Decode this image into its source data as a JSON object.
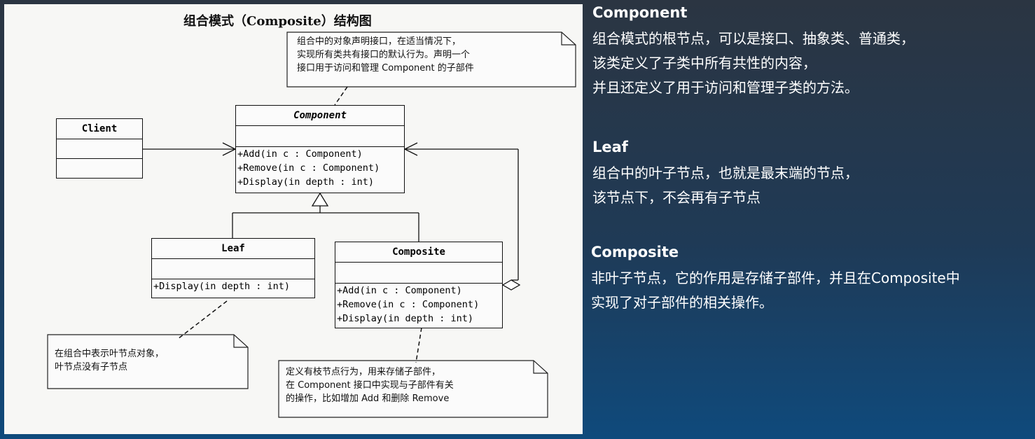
{
  "diagram": {
    "title": "组合模式（Composite）结构图",
    "classes": {
      "client": {
        "name": "Client",
        "ops": []
      },
      "component": {
        "name": "Component",
        "ops": [
          "+Add(in c : Component)",
          "+Remove(in c : Component)",
          "+Display(in depth : int)"
        ]
      },
      "leaf": {
        "name": "Leaf",
        "ops": [
          "+Display(in depth : int)"
        ]
      },
      "composite": {
        "name": "Composite",
        "ops": [
          "+Add(in c : Component)",
          "+Remove(in c : Component)",
          "+Display(in depth : int)"
        ]
      }
    },
    "notes": {
      "component": [
        "组合中的对象声明接口，在适当情况下，",
        "实现所有类共有接口的默认行为。声明一个",
        "接口用于访问和管理 Component 的子部件"
      ],
      "leaf": [
        "在组合中表示叶节点对象，",
        "叶节点没有子节点"
      ],
      "composite": [
        "定义有枝节点行为，用来存储子部件，",
        "在 Component 接口中实现与子部件有关",
        "的操作，比如增加 Add 和删除 Remove"
      ]
    }
  },
  "explanations": [
    {
      "heading": "Component",
      "lines": [
        "组合模式的根节点，可以是接口、抽象类、普通类，",
        "该类定义了子类中所有共性的内容，",
        "并且还定义了用于访问和管理子类的方法。"
      ]
    },
    {
      "heading": "Leaf",
      "lines": [
        "组合中的叶子节点，也就是最末端的节点，",
        "该节点下，不会再有子节点"
      ]
    },
    {
      "heading": "Composite",
      "lines": [
        "非叶子节点，它的作用是存储子部件，并且在Composite中",
        "实现了对子部件的相关操作。"
      ]
    }
  ]
}
